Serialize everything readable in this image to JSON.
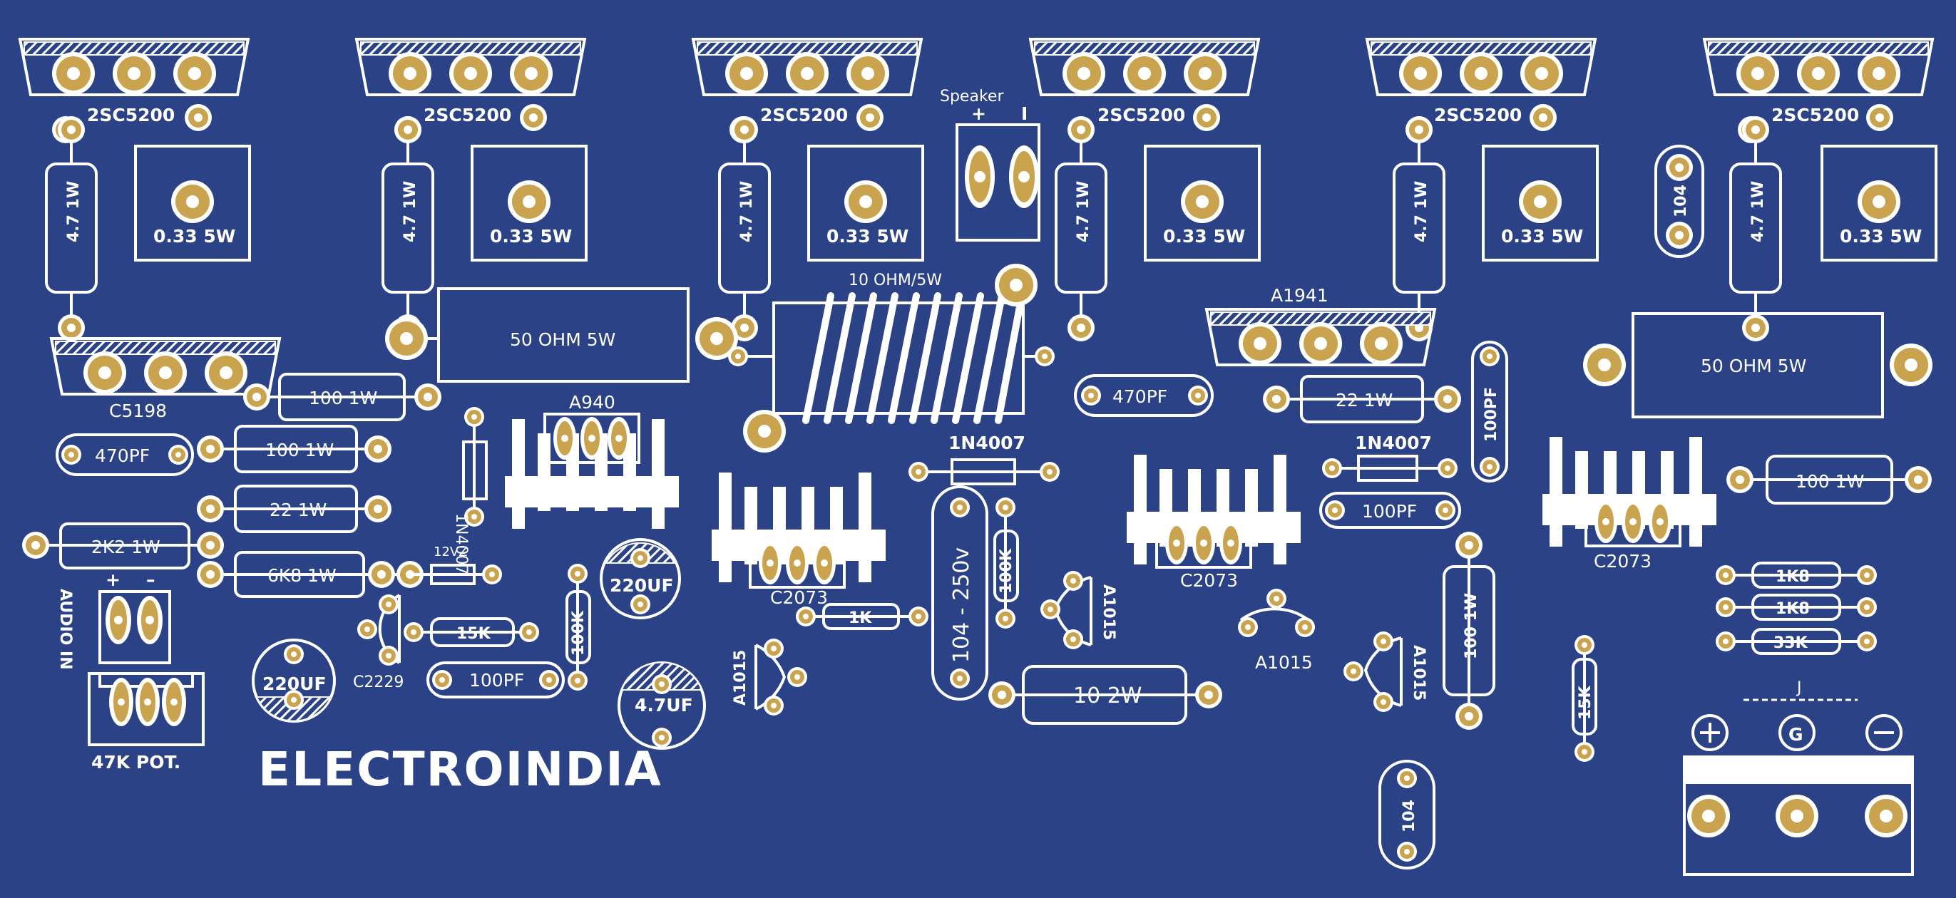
{
  "colors": {
    "board": "#2b4386",
    "silk": "#ffffff",
    "copper": "#c9a34e"
  },
  "brand": "ELECTROINDIA",
  "labels": {
    "q_out_1": "2SC5200",
    "q_out_2": "2SC5200",
    "q_out_3": "2SC5200",
    "q_out_4": "2SC5200",
    "q_out_5": "2SC5200",
    "q_out_6": "2SC5200",
    "r_emitter_1": "4.7 1W",
    "r_emitter_2": "4.7 1W",
    "r_emitter_3": "4.7 1W",
    "r_emitter_4": "4.7 1W",
    "r_emitter_5": "4.7 1W",
    "r_emitter_6": "4.7 1W",
    "r_pwr_1": "0.33  5W",
    "r_pwr_2": "0.33  5W",
    "r_pwr_3": "0.33  5W",
    "r_pwr_4": "0.33  5W",
    "r_pwr_5": "0.33  5W",
    "r_pwr_6": "0.33  5W",
    "speaker": "Speaker",
    "speaker_plus": "+",
    "speaker_minus": "I",
    "coil": "10 OHM/5W",
    "r50_left": "50 OHM 5W",
    "r50_right": "50 OHM 5W",
    "q_c5198": "C5198",
    "q_a940": "A940",
    "q_a1941": "A1941",
    "r100_1": "100 1W",
    "c470_left": "470PF",
    "r100_2": "100 1W",
    "r22_left": "22 1W",
    "r2k2": "2K2 1W",
    "r6k8": "6K8 1W",
    "d1n4007_left": "1N4007",
    "zener": "12VZ",
    "c220_mid": "220UF",
    "c220_left": "220UF",
    "c47": "4.7UF",
    "r100k_left": "100K",
    "r15k": "15K",
    "c100pf_left": "100PF",
    "q_c2229": "C2229",
    "audio_in": "AUDIO IN",
    "audio_plus": "+",
    "audio_minus": "–",
    "pot": "47K POT.",
    "q_c2073_1": "C2073",
    "q_c2073_2": "C2073",
    "q_c2073_3": "C2073",
    "r1k": "1K",
    "q_a1015_1": "A1015",
    "q_a1015_2": "A1015",
    "q_a1015_3": "A1015",
    "q_a1015_4": "A1015",
    "d1n4007_mid": "1N4007",
    "c104_250": "104 - 250v",
    "r100k_mid": "100K",
    "r10_2w": "10  2W",
    "c470_right": "470PF",
    "r22_right": "22  1W",
    "d1n4007_right": "1N4007",
    "c100pf_right": "100PF",
    "c100pf_vert": "100PF",
    "r100_1w_vert": "100 1W",
    "c104_top": "104",
    "c104_bottom": "104",
    "r100_right": "100 1W",
    "r1k8_1": "1K8",
    "r1k8_2": "1K8",
    "r33k": "33K",
    "r15k_right": "15K",
    "conn_j": "J",
    "pwr_plus": "+",
    "pwr_gnd": "G",
    "pwr_minus": "–"
  }
}
